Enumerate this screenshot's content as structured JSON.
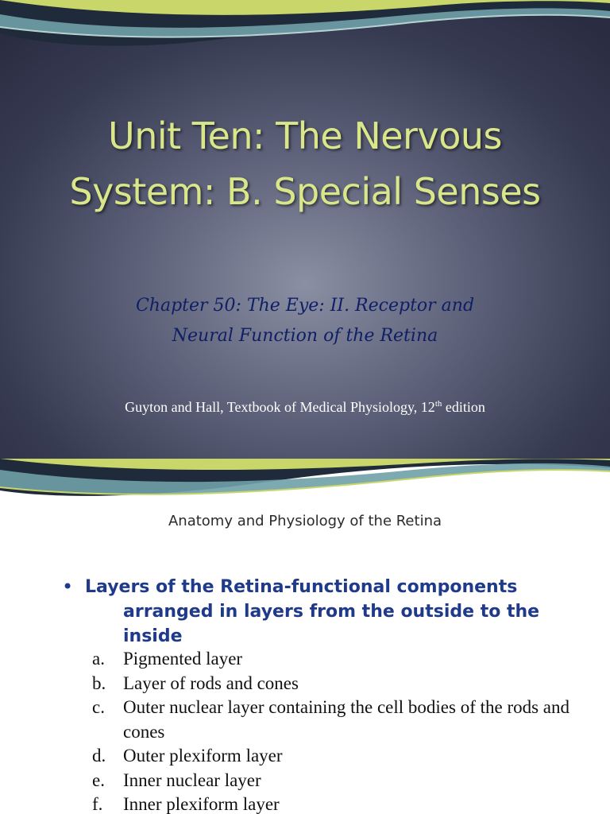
{
  "slide1": {
    "title_line1": "Unit Ten:  The Nervous",
    "title_line2": "System:  B. Special Senses",
    "subtitle_line1": "Chapter 50:   The Eye:  II.  Receptor and",
    "subtitle_line2": "Neural Function of the Retina",
    "citation_main": "Guyton and Hall, Textbook of Medical Physiology, 12",
    "citation_sup": "th",
    "citation_tail": " edition"
  },
  "slide2": {
    "title": "Anatomy and Physiology of the Retina",
    "bullet_glyph": "•",
    "bullet_line1": "Layers of the Retina-functional components",
    "bullet_line2": "arranged in layers from the outside to the inside",
    "items": [
      {
        "mark": "a.",
        "text": "Pigmented layer"
      },
      {
        "mark": "b.",
        "text": "Layer of rods and cones"
      },
      {
        "mark": "c.",
        "text": "Outer nuclear layer containing the cell bodies of the rods and cones"
      },
      {
        "mark": "d.",
        "text": "Outer plexiform layer"
      },
      {
        "mark": "e.",
        "text": "Inner nuclear layer"
      },
      {
        "mark": "f.",
        "text": "Inner plexiform layer"
      }
    ]
  },
  "colors": {
    "title_green": "#d9e78a",
    "subtitle_navy": "#0f1f66",
    "bullet_blue": "#1f3a8a",
    "swoosh_teal": "#6fa0a8",
    "swoosh_green": "#c9d66a"
  }
}
